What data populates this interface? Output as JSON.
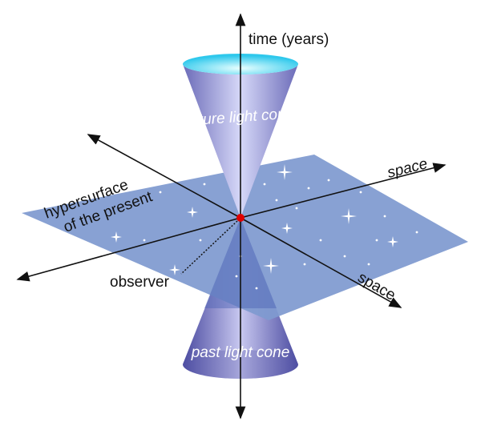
{
  "labels": {
    "time_axis": "time (years)",
    "future_cone": "future light cone",
    "past_cone": "past light cone",
    "space_1": "space",
    "space_2": "space",
    "hypersurface_line1": "hypersurface",
    "hypersurface_line2": "of the present",
    "observer": "observer"
  },
  "colors": {
    "plane": "#7f9ad0",
    "cone": "#9a9ad8",
    "cone_top": "#3fd8f0",
    "observer_point": "#e00000"
  }
}
